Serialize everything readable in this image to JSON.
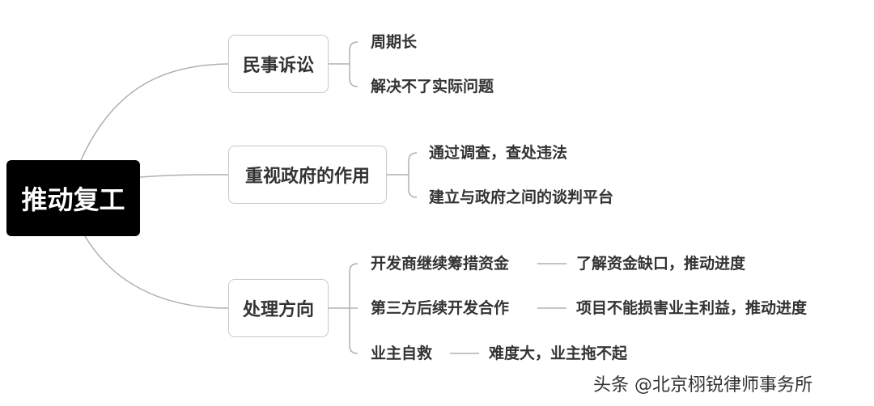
{
  "root": {
    "label": "推动复工"
  },
  "branches": [
    {
      "label": "民事诉讼",
      "leaves": [
        {
          "text": "周期长"
        },
        {
          "text": "解决不了实际问题"
        }
      ]
    },
    {
      "label": "重视政府的作用",
      "leaves": [
        {
          "text": "通过调查，查处违法"
        },
        {
          "text": "建立与政府之间的谈判平台"
        }
      ]
    },
    {
      "label": "处理方向",
      "leaves": [
        {
          "text": "开发商继续筹措资金",
          "detail": "了解资金缺口，推动进度"
        },
        {
          "text": "第三方后续开发合作",
          "detail": "项目不能损害业主利益，推动进度"
        },
        {
          "text": "业主自救",
          "detail": "难度大，业主拖不起"
        }
      ]
    }
  ],
  "watermark": "头条 @北京栩锐律师事务所",
  "colors": {
    "root_bg": "#000000",
    "line": "#b0b0b0",
    "text": "#333333"
  }
}
